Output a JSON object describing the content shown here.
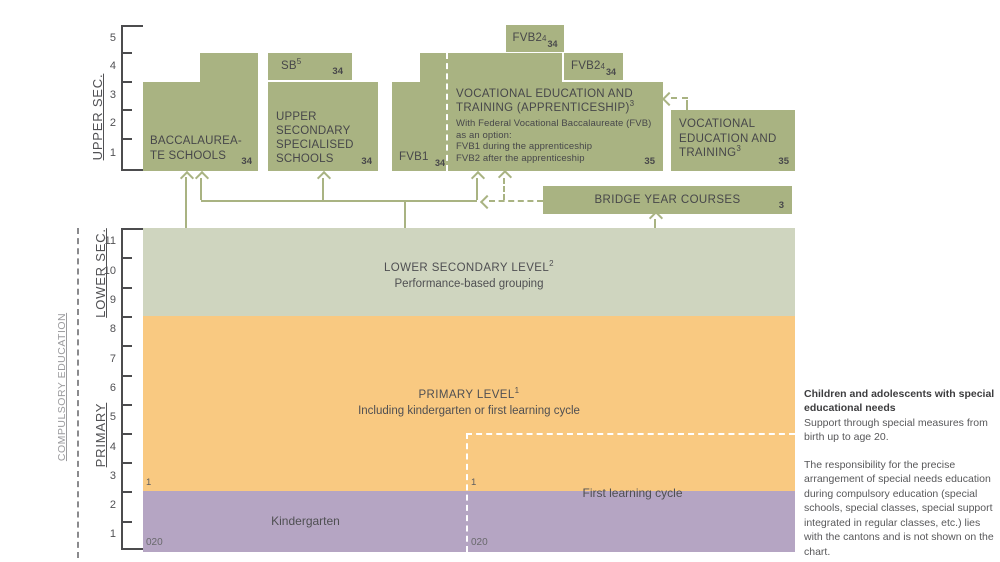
{
  "axes": {
    "upper": {
      "label": "UPPER SEC.",
      "years": [
        "1",
        "2",
        "3",
        "4",
        "5"
      ]
    },
    "compulsory": {
      "label": "COMPULSORY EDUCATION",
      "years": [
        "1",
        "2",
        "3",
        "4",
        "5",
        "6",
        "7",
        "8",
        "9",
        "10",
        "11"
      ]
    },
    "lower_label": "LOWER SEC.",
    "primary_label": "PRIMARY"
  },
  "boxes": {
    "baccalaureate": {
      "line1": "BACCALAUREA-",
      "line2": "TE SCHOOLS",
      "ref": "34"
    },
    "sb": {
      "label": "SB",
      "sup": "5",
      "ref": "34"
    },
    "specialised": {
      "line1": "UPPER",
      "line2": "SECONDARY",
      "line3": "SPECIALISED",
      "line4": "SCHOOLS",
      "ref": "34"
    },
    "fvb1": {
      "label": "FVB1",
      "ref": "34"
    },
    "fvb2_top": {
      "label": "FVB2",
      "sup": "4",
      "ref": "34"
    },
    "fvb2_mid": {
      "label": "FVB2",
      "sup": "4",
      "ref": "34"
    },
    "apprenticeship": {
      "title1": "VOCATIONAL EDUCATION AND",
      "title2": "TRAINING (APPRENTICESHIP)",
      "sup": "3",
      "detail1": "With Federal Vocational Baccalaureate (FVB)",
      "detail2": "as an option:",
      "detail3": "FVB1 during the apprenticeship",
      "detail4": "FVB2 after the apprenticeship",
      "ref": "35"
    },
    "vet": {
      "line1": "VOCATIONAL",
      "line2": "EDUCATION AND",
      "line3": "TRAINING",
      "sup": "3",
      "ref": "35"
    },
    "bridge": {
      "label": "BRIDGE YEAR COURSES",
      "ref": "3"
    }
  },
  "areas": {
    "lower_secondary": {
      "title": "LOWER SECONDARY LEVEL",
      "sup": "2",
      "subtitle": "Performance-based grouping"
    },
    "primary": {
      "title": "PRIMARY LEVEL",
      "sup": "1",
      "subtitle": "Including kindergarten or first learning cycle"
    },
    "kindergarten_label": "Kindergarten",
    "first_learning_cycle": "First learning cycle",
    "marker_one": "1",
    "marker_zero": "020"
  },
  "note": {
    "heading": "Children and adolescents with special educational needs",
    "para1": "Support through special measures from birth up to age 20.",
    "para2": "The responsibility for the precise arrangement of special needs education during compulsory education (special schools, special classes, special support integrated in regular classes, etc.) lies with the cantons and is not shown on the chart."
  },
  "colors": {
    "box_green": "#a9b382",
    "pale_green": "#cfd5bf",
    "orange": "#f9c981",
    "purple": "#b5a5c3",
    "arrow_green": "#a9b382"
  }
}
